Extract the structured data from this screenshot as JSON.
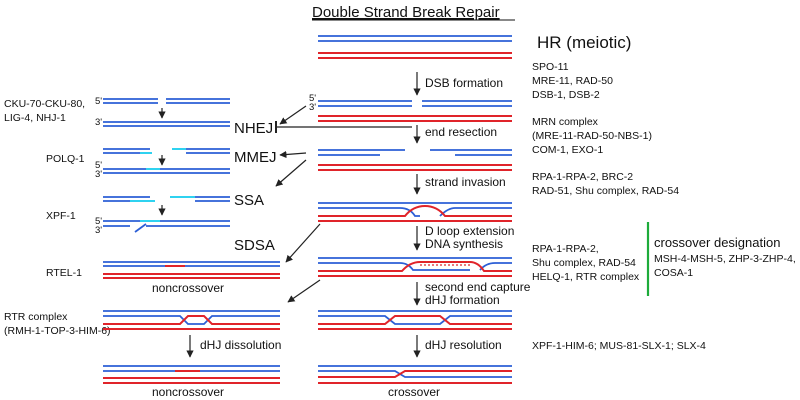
{
  "title": "Double Strand Break Repair",
  "pathway_labels": {
    "hr": "HR (meiotic)",
    "nhej": "NHEJ",
    "mmej": "MMEJ",
    "ssa": "SSA",
    "sdsa": "SDSA"
  },
  "steps": {
    "dsb_formation": "DSB formation",
    "end_resection": "end resection",
    "strand_invasion": "strand invasion",
    "d_loop_1": "D loop extension",
    "d_loop_2": "DNA synthesis",
    "second_end_1": "second end capture",
    "second_end_2": "dHJ formation",
    "dissolution": "dHJ  dissolution",
    "resolution": "dHJ resolution"
  },
  "outcomes": {
    "noncrossover_sdsa": "noncrossover",
    "noncrossover_dissolution": "noncrossover",
    "crossover": "crossover"
  },
  "left_proteins": {
    "nhej_1": "CKU-70-CKU-80,",
    "nhej_2": "LIG-4, NHJ-1",
    "mmej": "POLQ-1",
    "ssa": "XPF-1",
    "sdsa": "RTEL-1",
    "rtr_1": "RTR complex",
    "rtr_2": "(RMH-1-TOP-3-HIM-6)"
  },
  "right_proteins": {
    "dsb_1": "SPO-11",
    "dsb_2": "MRE-11, RAD-50",
    "dsb_3": "DSB-1, DSB-2",
    "resect_1": "MRN complex",
    "resect_2": "(MRE-11-RAD-50-NBS-1)",
    "resect_3": "COM-1, EXO-1",
    "invasion_1": "RPA-1-RPA-2, BRC-2",
    "invasion_2": "RAD-51, Shu complex, RAD-54",
    "dloop_1": "RPA-1-RPA-2,",
    "dloop_2": "Shu complex, RAD-54",
    "dloop_3": "HELQ-1, RTR complex",
    "resolution": "XPF-1-HIM-6; MUS-81-SLX-1; SLX-4"
  },
  "crossover_designation": {
    "heading": "crossover designation",
    "line1": "MSH-4-MSH-5, ZHP-3-ZHP-4,",
    "line2": "COSA-1"
  },
  "strand_end_labels": {
    "five": "5'",
    "three": "3'"
  },
  "colors": {
    "homolog_a": "#2c5fd6",
    "homolog_b": "#e0242a",
    "annealed_region": "#2fd2f0",
    "designation_bar": "#1dab3a"
  }
}
